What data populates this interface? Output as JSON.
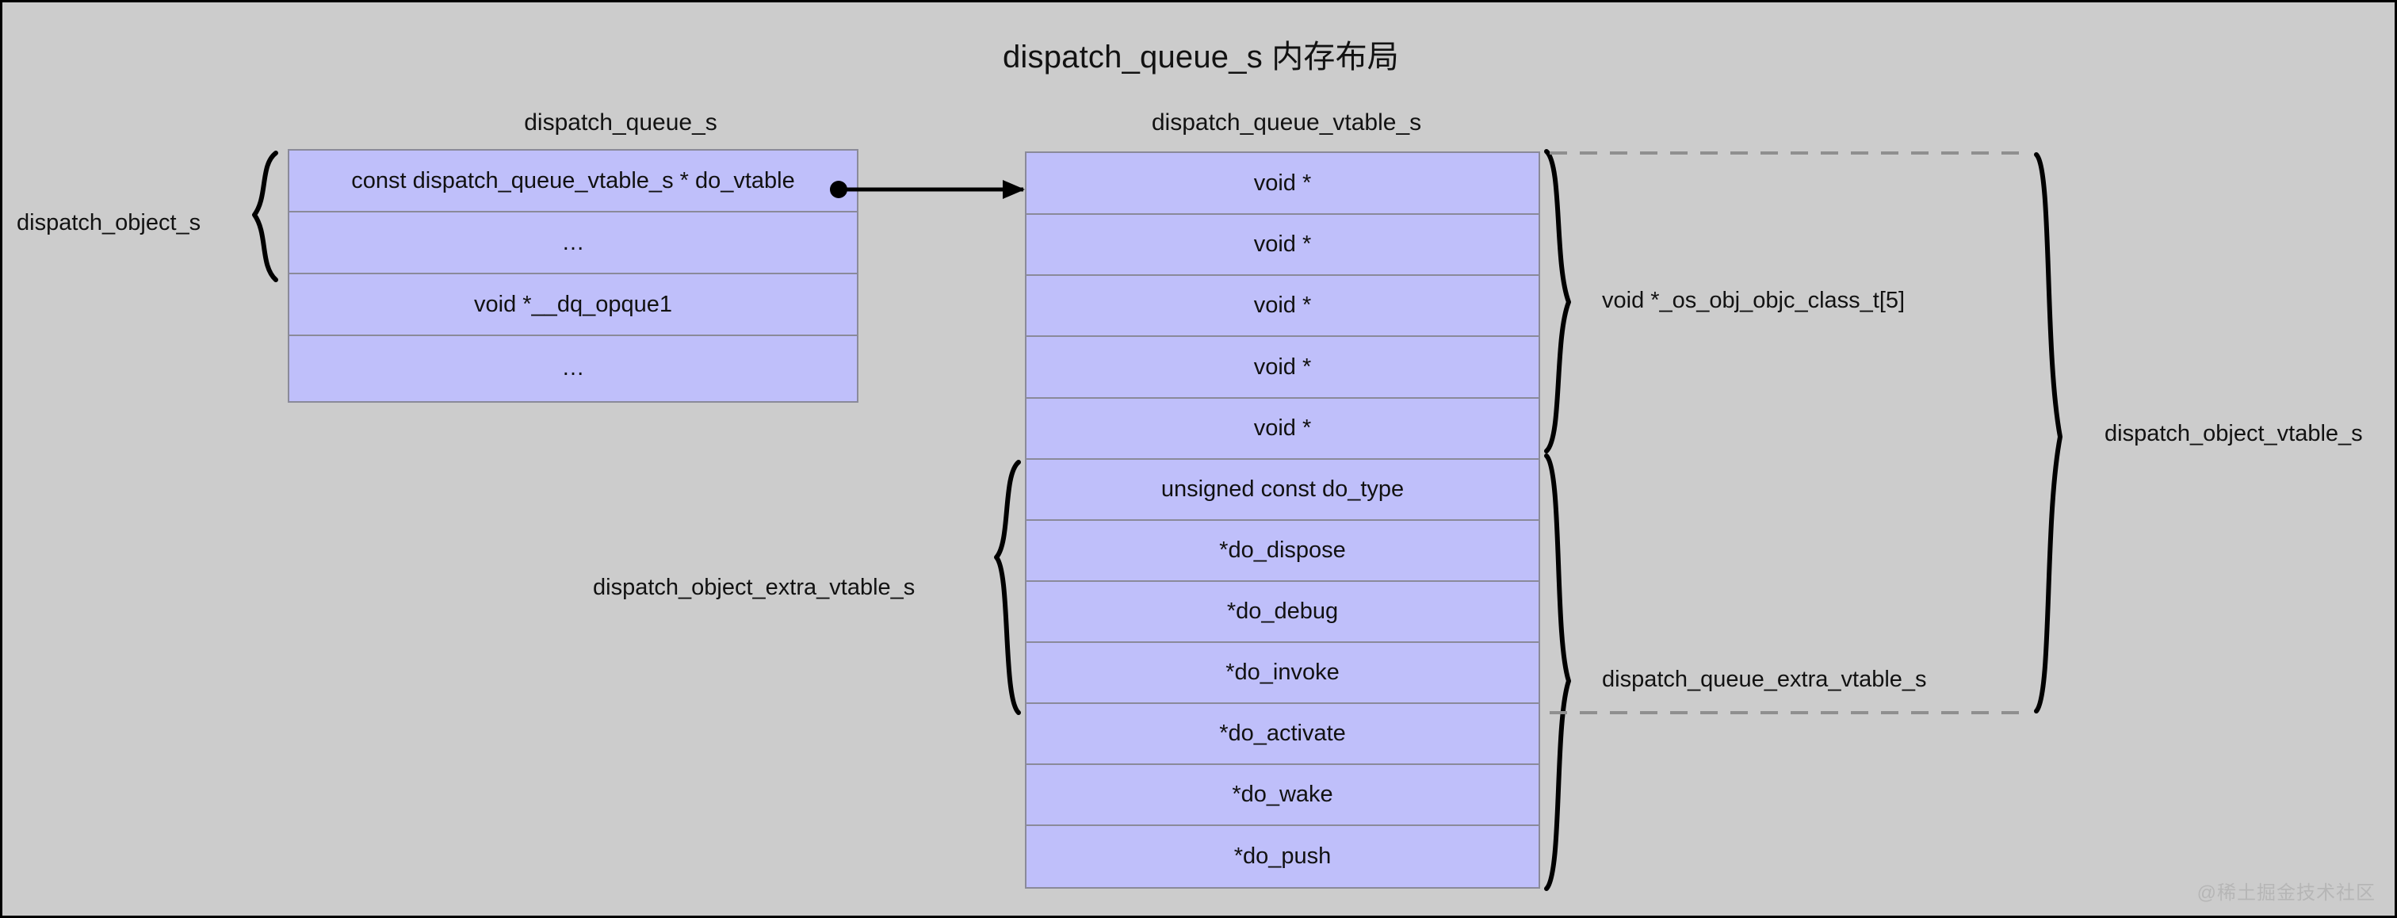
{
  "title": "dispatch_queue_s 内存布局",
  "colors": {
    "background": "#cccccc",
    "cell_fill": "#bfbffa",
    "cell_border": "#8a8a99",
    "line": "#000000",
    "dashed_line": "#8f8f8f",
    "text": "#121212",
    "watermark": "#b6b6b6"
  },
  "left_struct": {
    "header": "dispatch_queue_s",
    "rows": [
      {
        "label": "const dispatch_queue_vtable_s * do_vtable",
        "has_pointer": true
      },
      {
        "label": "…",
        "has_pointer": false
      },
      {
        "label": "void *__dq_opque1",
        "has_pointer": false
      },
      {
        "label": "…",
        "has_pointer": false
      }
    ]
  },
  "middle_struct": {
    "header": "dispatch_queue_vtable_s",
    "rows": [
      {
        "label": "void *"
      },
      {
        "label": "void *"
      },
      {
        "label": "void *"
      },
      {
        "label": "void *"
      },
      {
        "label": "void *"
      },
      {
        "label": "unsigned const do_type"
      },
      {
        "label": "*do_dispose"
      },
      {
        "label": "*do_debug"
      },
      {
        "label": "*do_invoke"
      },
      {
        "label": "*do_activate"
      },
      {
        "label": "*do_wake"
      },
      {
        "label": "*do_push"
      }
    ]
  },
  "braces": {
    "dispatch_object_s": "dispatch_object_s",
    "dispatch_object_extra_vtable_s": "dispatch_object_extra_vtable_s",
    "os_obj_objc_class_t": "void *_os_obj_objc_class_t[5]",
    "dispatch_queue_extra_vtable_s": "dispatch_queue_extra_vtable_s",
    "dispatch_object_vtable_s": "dispatch_object_vtable_s"
  },
  "watermark": "@稀土掘金技术社区"
}
